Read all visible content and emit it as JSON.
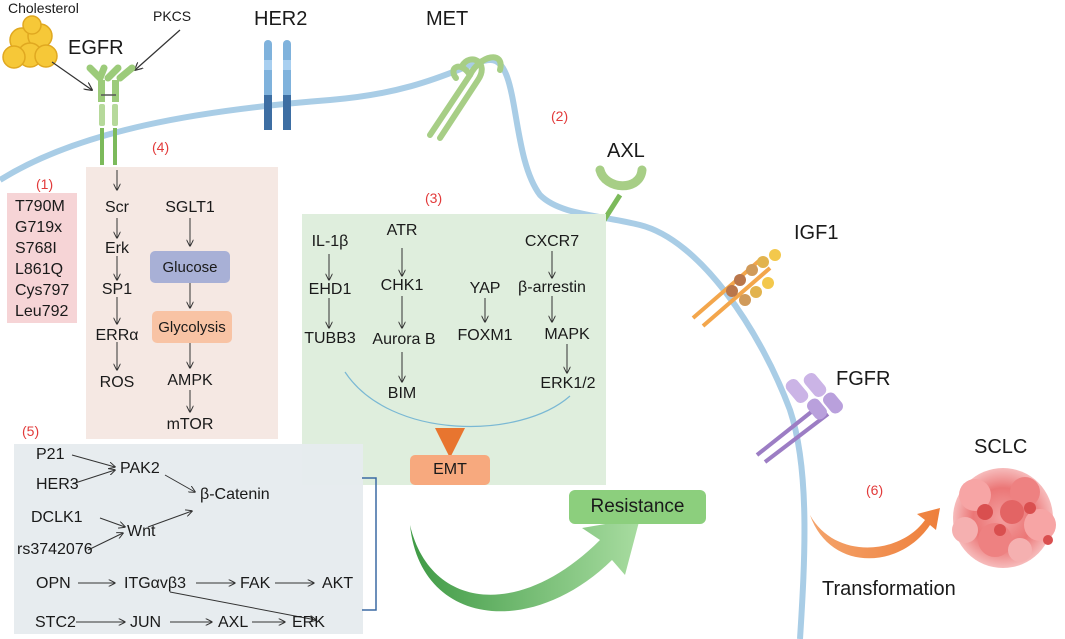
{
  "receptors": {
    "cholesterol": "Cholesterol",
    "pkcs": "PKCS",
    "egfr": "EGFR",
    "her2": "HER2",
    "met": "MET",
    "axl": "AXL",
    "igf1": "IGF1",
    "fgfr": "FGFR"
  },
  "markers": {
    "m1": "(1)",
    "m2": "(2)",
    "m3": "(3)",
    "m4": "(4)",
    "m5": "(5)",
    "m6": "(6)"
  },
  "mutations": [
    "T790M",
    "G719x",
    "S768I",
    "L861Q",
    "Cys797",
    "Leu792"
  ],
  "panel4": {
    "left": [
      "Scr",
      "Erk",
      "SP1",
      "ERRα",
      "ROS"
    ],
    "right_top": "SGLT1",
    "glucose": "Glucose",
    "glycolysis": "Glycolysis",
    "ampk": "AMPK",
    "mtor": "mTOR"
  },
  "panel3": {
    "col1": [
      "IL-1β",
      "EHD1",
      "TUBB3"
    ],
    "col2": [
      "ATR",
      "CHK1",
      "Aurora B",
      "BIM"
    ],
    "col3": [
      "YAP",
      "FOXM1"
    ],
    "col4": [
      "CXCR7",
      "β-arrestin",
      "MAPK",
      "ERK1/2"
    ],
    "emt": "EMT"
  },
  "panel5": {
    "p21": "P21",
    "her3": "HER3",
    "pak2": "PAK2",
    "bcat": "β-Catenin",
    "dclk1": "DCLK1",
    "wnt": "Wnt",
    "rs": "rs3742076",
    "opn": "OPN",
    "itg": "ITGαvβ3",
    "fak": "FAK",
    "akt": "AKT",
    "stc2": "STC2",
    "jun": "JUN",
    "axl": "AXL",
    "erk": "ERK"
  },
  "resistance": "Resistance",
  "sclc": "SCLC",
  "transformation": "Transformation",
  "colors": {
    "membrane": "#a9cde6",
    "mut_box": "#f6d4d6",
    "panel4_bg": "#f5e8e3",
    "panel3_bg": "#dfeedd",
    "panel5_bg": "#e6ebee",
    "glucose": "#a8b0d6",
    "glycolysis": "#f8c3a4",
    "emt": "#f7a97e",
    "resistance": "#8ccf7d",
    "green_arrow": "#5db25a",
    "orange_arrow": "#f08a4b"
  }
}
